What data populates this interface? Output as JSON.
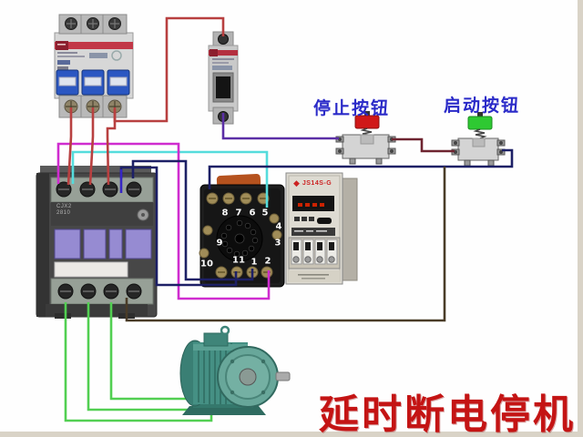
{
  "diagram_title": {
    "text": "延时断电停机"
  },
  "buttons": {
    "stop": {
      "label": "停止按钮"
    },
    "start": {
      "label": "启动按钮"
    }
  },
  "timer": {
    "logo": "◆",
    "model": "JS14S-G"
  },
  "contactor": {
    "model_line1": "CJX2",
    "model_line2": "2810"
  },
  "socket": {
    "pins": [
      "8",
      "7",
      "6",
      "5",
      "9",
      "10",
      "11",
      "1",
      "2",
      "3",
      "4"
    ]
  },
  "colors": {
    "title_red": "#c41414",
    "label_blue": "#2a2ac8",
    "timer_red": "#cc2222",
    "stop_cap": "#d01818",
    "start_cap": "#2ec932",
    "wire_red": "#b84040",
    "wire_dark_red": "#6e2430",
    "wire_purple": "#5b2ea6",
    "wire_magenta": "#cf2ccf",
    "wire_cyan": "#55dcdc",
    "wire_navy": "#1d2066",
    "wire_indigo": "#3626c4",
    "wire_green": "#52cf52",
    "wire_brown": "#4a3c28",
    "edge_strip": "#d9d3c7"
  }
}
